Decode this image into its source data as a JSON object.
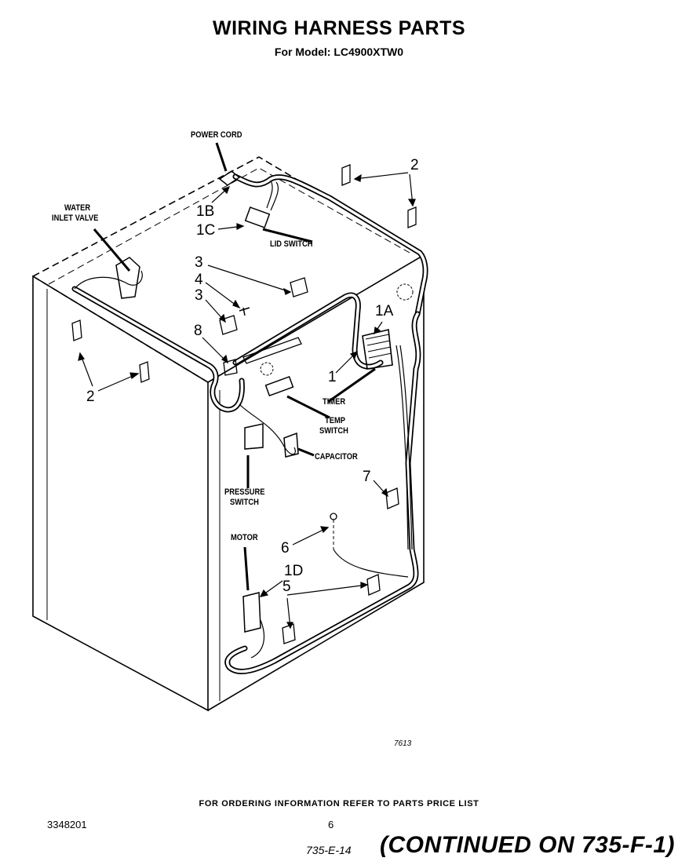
{
  "header": {
    "title": "WIRING HARNESS PARTS",
    "subtitle": "For Model: LC4900XTW0"
  },
  "labels": {
    "power_cord": "POWER CORD",
    "water_inlet_valve_l1": "WATER",
    "water_inlet_valve_l2": "INLET VALVE",
    "lid_switch": "LID SWITCH",
    "timer": "TIMER",
    "temp_switch_l1": "TEMP",
    "temp_switch_l2": "SWITCH",
    "capacitor": "CAPACITOR",
    "pressure_switch_l1": "PRESSURE",
    "pressure_switch_l2": "SWITCH",
    "motor": "MOTOR"
  },
  "callouts": {
    "n2_top": "2",
    "n1b": "1B",
    "n1c": "1C",
    "n3_a": "3",
    "n4": "4",
    "n3_b": "3",
    "n8": "8",
    "n1a": "1A",
    "n1": "1",
    "n2_left": "2",
    "n7": "7",
    "n6": "6",
    "n1d": "1D",
    "n5": "5"
  },
  "footer": {
    "figure_code": "7613",
    "ordering_note": "FOR ORDERING INFORMATION REFER TO PARTS PRICE LIST",
    "doc_number": "3348201",
    "page_number": "6",
    "handwritten_ref": "735-E-14",
    "continued": "(CONTINUED ON 735-F-1)"
  }
}
